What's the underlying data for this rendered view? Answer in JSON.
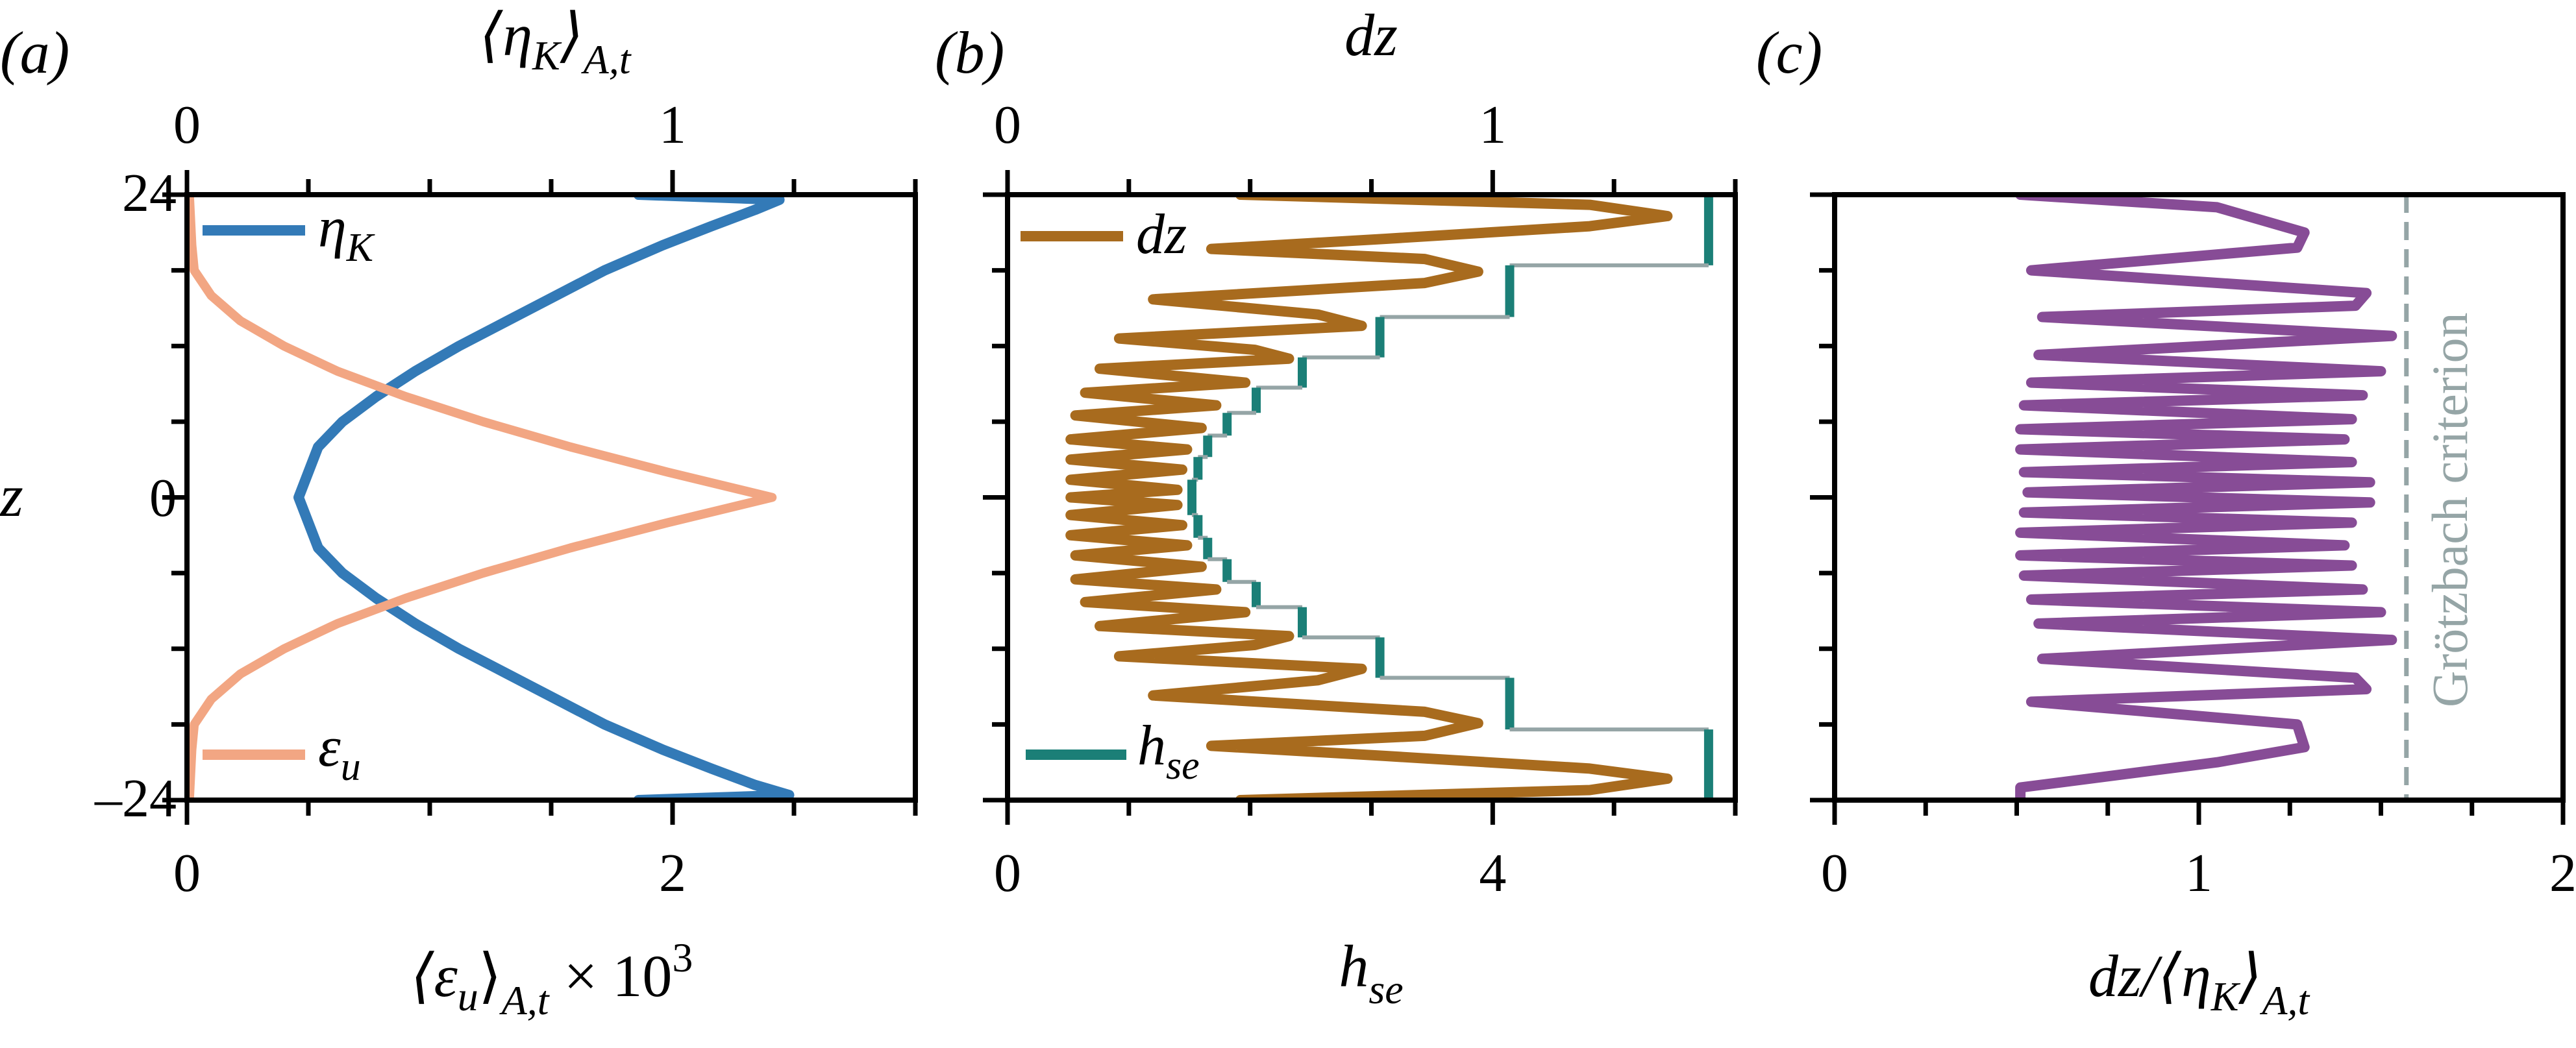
{
  "figure": {
    "panels": [
      {
        "id": "a",
        "label": "(a)"
      },
      {
        "id": "b",
        "label": "(b)"
      },
      {
        "id": "c",
        "label": "(c)"
      }
    ]
  },
  "colors": {
    "eta_K": "#337ab7",
    "eps_u": "#f2a683",
    "dz": "#a86b1e",
    "h_se": "#1b7f77",
    "h_se_connector": "#95a5a6",
    "ratio": "#874c96",
    "criterion": "#95a5a6",
    "axis": "#000000"
  },
  "chart_data": [
    {
      "panel": "(a)",
      "type": "line",
      "ylabel": "z",
      "ylim": [
        -24,
        24
      ],
      "yticks_major": [
        24,
        0,
        -24
      ],
      "yticks_all": [
        24,
        18,
        12,
        6,
        0,
        -6,
        -12,
        -18,
        -24
      ],
      "xlabel_top": "⟨η_K⟩_{A,t}",
      "xlim_top": [
        0,
        1.5
      ],
      "xticks_top_labels": [
        "0",
        "1"
      ],
      "xticks_top_values": [
        0,
        1
      ],
      "xticks_top_all": [
        0,
        0.25,
        0.5,
        0.75,
        1,
        1.25,
        1.5
      ],
      "xlabel_bottom": "⟨ε_u⟩_{A,t} × 10^3",
      "xlim_bottom": [
        0,
        3
      ],
      "xticks_bottom_labels": [
        "0",
        "2"
      ],
      "xticks_bottom_values": [
        0,
        2
      ],
      "xticks_bottom_all": [
        0,
        0.5,
        1,
        1.5,
        2,
        2.5,
        3
      ],
      "legend": [
        "η_K",
        "ε_u"
      ],
      "series": [
        {
          "name": "η_K",
          "axis": "top",
          "z": [
            24,
            23.6,
            22.8,
            21.5,
            20,
            18,
            16,
            14,
            12,
            10,
            8,
            6,
            4,
            2,
            0,
            -2,
            -4,
            -6,
            -8,
            -10,
            -12,
            -14,
            -16,
            -18,
            -20,
            -21.5,
            -22.8,
            -23.6,
            -24
          ],
          "values": [
            0.93,
            1.22,
            1.17,
            1.08,
            0.98,
            0.86,
            0.76,
            0.66,
            0.56,
            0.47,
            0.39,
            0.32,
            0.27,
            0.25,
            0.23,
            0.25,
            0.27,
            0.32,
            0.39,
            0.47,
            0.56,
            0.66,
            0.76,
            0.86,
            0.98,
            1.08,
            1.17,
            1.24,
            0.93
          ]
        },
        {
          "name": "ε_u",
          "axis": "bottom",
          "z": [
            24,
            20,
            18,
            16,
            14,
            12,
            10,
            8,
            6,
            4,
            2,
            0,
            -2,
            -4,
            -6,
            -8,
            -10,
            -12,
            -14,
            -16,
            -18,
            -20,
            -24
          ],
          "values": [
            0.01,
            0.02,
            0.03,
            0.1,
            0.22,
            0.4,
            0.62,
            0.9,
            1.22,
            1.58,
            1.98,
            2.41,
            1.98,
            1.58,
            1.22,
            0.9,
            0.62,
            0.4,
            0.22,
            0.1,
            0.03,
            0.02,
            0.01
          ]
        }
      ]
    },
    {
      "panel": "(b)",
      "type": "line",
      "ylim": [
        -24,
        24
      ],
      "yticks_all": [
        24,
        18,
        12,
        6,
        0,
        -6,
        -12,
        -18,
        -24
      ],
      "xlabel_top": "dz",
      "xlim_top": [
        0,
        1.5
      ],
      "xticks_top_labels": [
        "0",
        "1"
      ],
      "xticks_top_values": [
        0,
        1
      ],
      "xticks_top_all": [
        0,
        0.25,
        0.5,
        0.75,
        1,
        1.25,
        1.5
      ],
      "xlabel_bottom": "h_se",
      "xlim_bottom": [
        0,
        6
      ],
      "xticks_bottom_labels": [
        "0",
        "4"
      ],
      "xticks_bottom_values": [
        0,
        4
      ],
      "xticks_bottom_all": [
        0,
        1,
        2,
        3,
        4,
        5,
        6
      ],
      "legend": [
        "dz",
        "h_se"
      ],
      "series": [
        {
          "name": "dz",
          "axis": "top",
          "z": [
            24,
            23.2,
            22.3,
            21.5,
            20.5,
            19.7,
            18.9,
            17.9,
            17.0,
            15.7,
            14.5,
            13.6,
            12.6,
            11.7,
            11.0,
            10.2,
            9.1,
            8.3,
            7.3,
            6.5,
            5.5,
            4.6,
            3.8,
            3.0,
            2.2,
            1.4,
            0.6,
            0,
            -0.6,
            -1.4,
            -2.2,
            -3.0,
            -3.8,
            -4.6,
            -5.5,
            -6.5,
            -7.3,
            -8.3,
            -9.1,
            -10.2,
            -11.0,
            -11.7,
            -12.6,
            -13.6,
            -14.5,
            -15.7,
            -17.0,
            -17.9,
            -18.9,
            -19.7,
            -20.5,
            -21.5,
            -22.3,
            -23.2,
            -24
          ],
          "values": [
            0.48,
            1.2,
            1.36,
            1.2,
            0.78,
            0.42,
            0.86,
            0.97,
            0.86,
            0.3,
            0.64,
            0.73,
            0.23,
            0.51,
            0.58,
            0.19,
            0.49,
            0.16,
            0.43,
            0.14,
            0.4,
            0.13,
            0.37,
            0.13,
            0.36,
            0.13,
            0.35,
            0.13,
            0.35,
            0.13,
            0.36,
            0.13,
            0.37,
            0.14,
            0.4,
            0.14,
            0.43,
            0.16,
            0.49,
            0.19,
            0.58,
            0.51,
            0.23,
            0.73,
            0.64,
            0.3,
            0.86,
            0.97,
            0.86,
            0.42,
            0.78,
            1.2,
            1.36,
            1.2,
            0.48
          ]
        },
        {
          "name": "h_se",
          "axis": "bottom",
          "style": "step",
          "z_edges": [
            24,
            18.4,
            14.3,
            11.1,
            8.7,
            6.7,
            4.9,
            3.2,
            1.4,
            -1.4,
            -3.2,
            -4.9,
            -6.7,
            -8.7,
            -11.1,
            -14.3,
            -18.4,
            -24
          ],
          "values": [
            5.78,
            4.14,
            3.07,
            2.43,
            2.05,
            1.81,
            1.65,
            1.57,
            1.52,
            1.57,
            1.65,
            1.81,
            2.05,
            2.43,
            3.07,
            4.14,
            5.78
          ]
        }
      ]
    },
    {
      "panel": "(c)",
      "type": "line",
      "ylim": [
        -24,
        24
      ],
      "yticks_all": [
        24,
        18,
        12,
        6,
        0,
        -6,
        -12,
        -18,
        -24
      ],
      "xlabel_bottom": "dz / ⟨η_K⟩_{A,t}",
      "xlim_bottom": [
        0,
        2
      ],
      "xticks_bottom_labels": [
        "0",
        "1",
        "2"
      ],
      "xticks_bottom_values": [
        0,
        1,
        2
      ],
      "xticks_bottom_all": [
        0,
        0.25,
        0.5,
        0.75,
        1,
        1.25,
        1.5,
        1.75,
        2
      ],
      "annotations": [
        {
          "type": "vline",
          "x": 1.57,
          "style": "dashed",
          "text": "Grötzbach criterion"
        }
      ],
      "series": [
        {
          "name": "dz/⟨η_K⟩",
          "axis": "bottom",
          "z": [
            24,
            23.0,
            21.0,
            19.8,
            18.0,
            16.2,
            15.2,
            14.3,
            12.8,
            11.3,
            10.0,
            9.1,
            8.1,
            7.3,
            6.2,
            5.4,
            4.6,
            3.8,
            2.8,
            2.0,
            1.2,
            0.4,
            0,
            -0.4,
            -1.2,
            -2.0,
            -2.8,
            -3.8,
            -4.6,
            -5.4,
            -6.2,
            -7.3,
            -8.1,
            -9.1,
            -10.0,
            -11.3,
            -12.8,
            -14.3,
            -15.2,
            -16.2,
            -18.0,
            -19.8,
            -21.0,
            -23.0,
            -24
          ],
          "values": [
            0.51,
            1.05,
            1.29,
            1.27,
            0.54,
            1.46,
            1.43,
            0.57,
            1.53,
            0.56,
            1.5,
            0.54,
            1.45,
            0.52,
            1.42,
            0.51,
            1.4,
            0.51,
            1.42,
            0.52,
            1.47,
            0.53,
            1.0,
            1.47,
            0.52,
            1.42,
            0.51,
            1.4,
            0.51,
            1.42,
            0.52,
            1.45,
            0.54,
            1.5,
            0.56,
            1.53,
            0.57,
            1.43,
            1.46,
            0.54,
            1.27,
            1.29,
            1.05,
            0.51,
            0.51
          ]
        }
      ]
    }
  ],
  "text": {
    "panel_a_label": "(a)",
    "panel_b_label": "(b)",
    "panel_c_label": "(c)",
    "z_label": "z",
    "y_tick_top": "24",
    "y_tick_mid": "0",
    "y_tick_bottom": "–24",
    "a_top_axis_title_main": "⟨η",
    "a_top_axis_title_sub1": "K",
    "a_top_axis_title_close": "⟩",
    "a_top_axis_title_sub2": "A,t",
    "a_bottom_axis_title_main": "⟨ε",
    "a_bottom_axis_title_sub1": "u",
    "a_bottom_axis_title_close": "⟩",
    "a_bottom_axis_title_sub2": "A,t",
    "a_bottom_axis_title_tail": " × 10",
    "a_bottom_axis_title_sup": "3",
    "b_top_axis_title": "dz",
    "b_bottom_axis_title_main": "h",
    "b_bottom_axis_title_sub": "se",
    "c_bottom_axis_title_main": "dz/⟨η",
    "c_bottom_axis_title_sub1": "K",
    "c_bottom_axis_title_close": "⟩",
    "c_bottom_axis_title_sub2": "A,t",
    "legend_eta_main": "η",
    "legend_eta_sub": "K",
    "legend_eps_main": "ε",
    "legend_eps_sub": "u",
    "legend_dz": "dz",
    "legend_hse_main": "h",
    "legend_hse_sub": "se",
    "criterion_label": "Grötzbach criterion"
  }
}
